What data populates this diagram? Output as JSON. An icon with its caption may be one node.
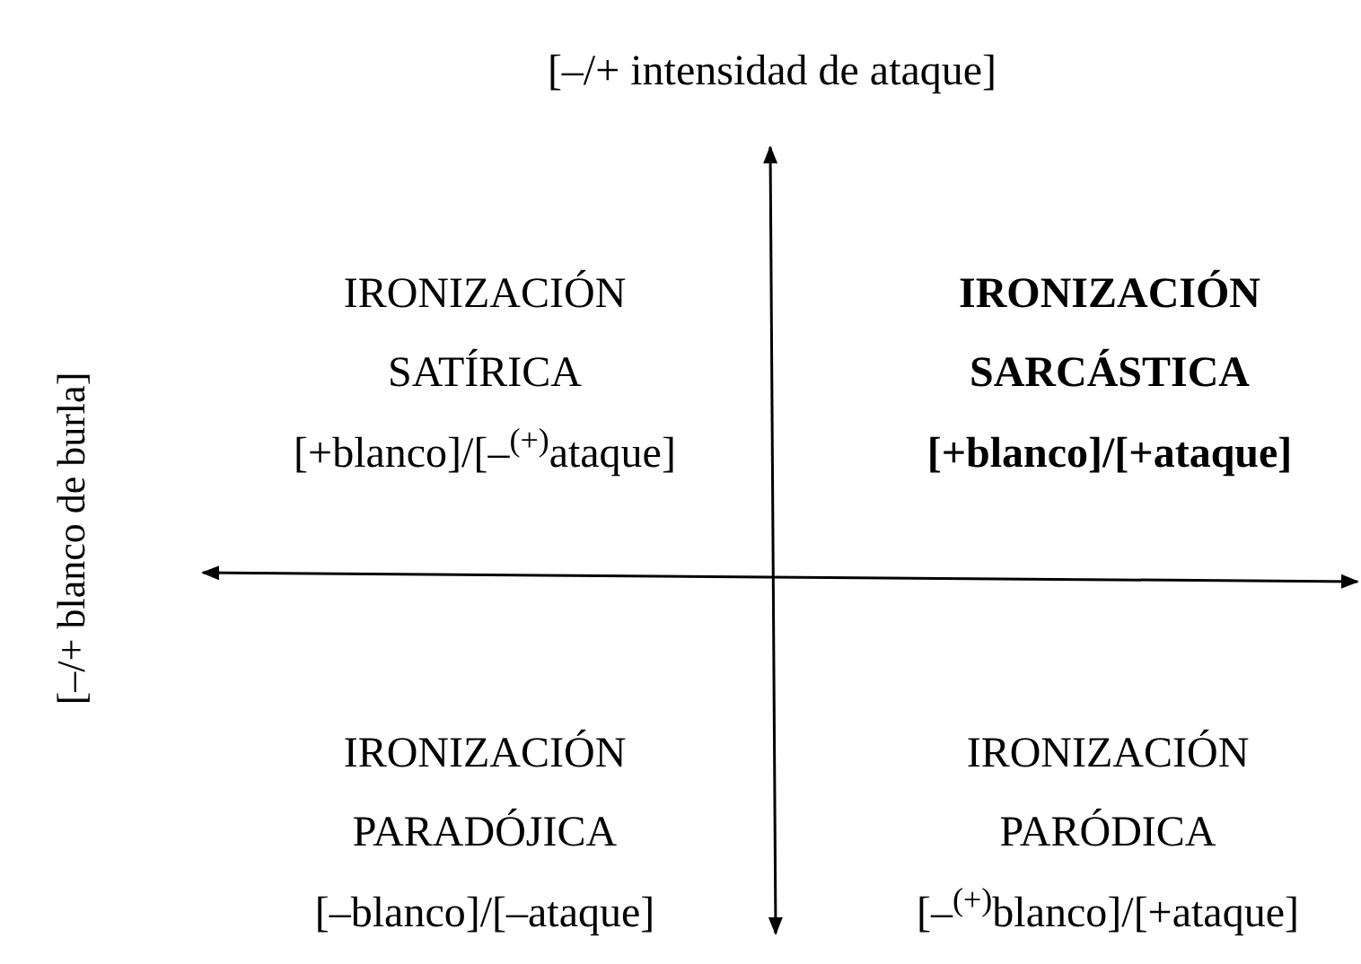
{
  "diagram": {
    "labels": [
      "[–/+ intensidad de ataque]",
      "[–/+ blanco de burla]",
      "IRONIZACIÓN SATÍRICA",
      "[+blanco]/[–$^{(+)}$ataque]",
      "IRONIZACIÓN SARCÁSTICA",
      "[+blanco]/[+ataque]",
      "IRONIZACIÓN PARADÓJICA",
      "[–blanco]/[–ataque]",
      "IRONIZACIÓN PARÓDICA",
      "[–$^{(+)}$blanco]/[+ataque]"
    ]
  }
}
